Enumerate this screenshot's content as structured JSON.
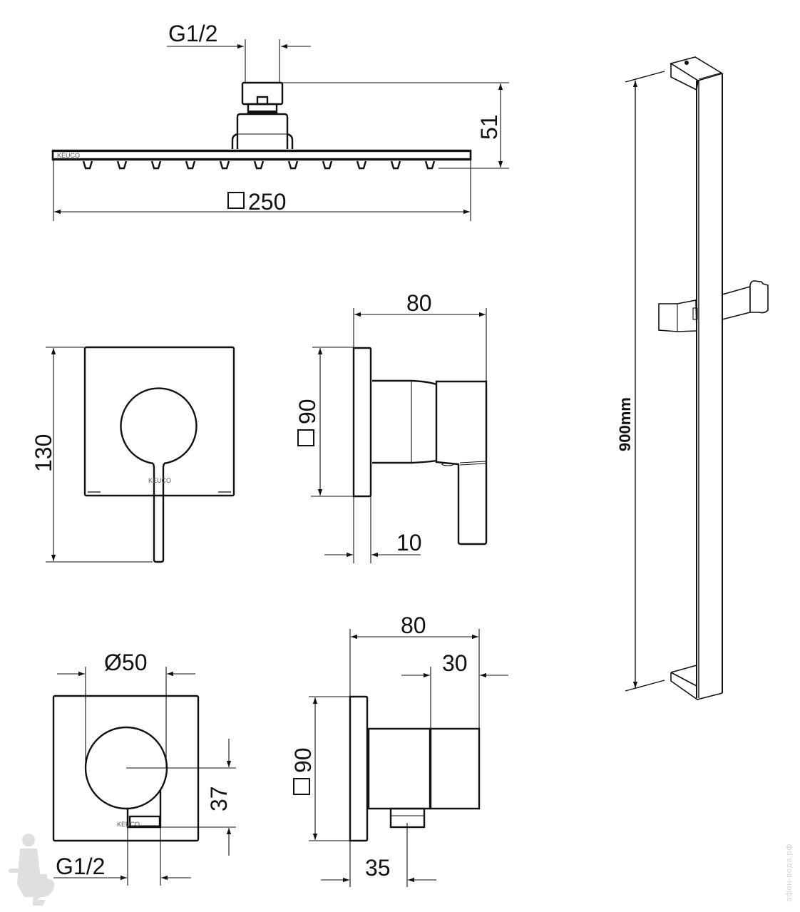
{
  "drawing": {
    "brand_label": "KEUCO",
    "colors": {
      "line": "#111111",
      "watermark": "#d6d6d6",
      "background": "#ffffff"
    },
    "shower_head": {
      "connection_label": "G1/2",
      "height_label": "51",
      "width_label": "250",
      "width_prefix_symbol": "square",
      "nozzle_count": 11
    },
    "mixer_front": {
      "height_label": "130"
    },
    "mixer_side": {
      "depth_label": "80",
      "plate_label": "90",
      "plate_prefix_symbol": "square",
      "plate_thickness_label": "10"
    },
    "outlet_front": {
      "diameter_label": "Ø50",
      "offset_label": "37",
      "connection_label": "G1/2"
    },
    "outlet_side": {
      "depth_label": "80",
      "head_label": "30",
      "plate_label": "90",
      "plate_prefix_symbol": "square",
      "outlet_offset_label": "35"
    },
    "slide_rail": {
      "length_label": "900mm"
    },
    "watermark": {
      "logo": "plumber-mascot",
      "text": "афон-вода.рф"
    }
  }
}
